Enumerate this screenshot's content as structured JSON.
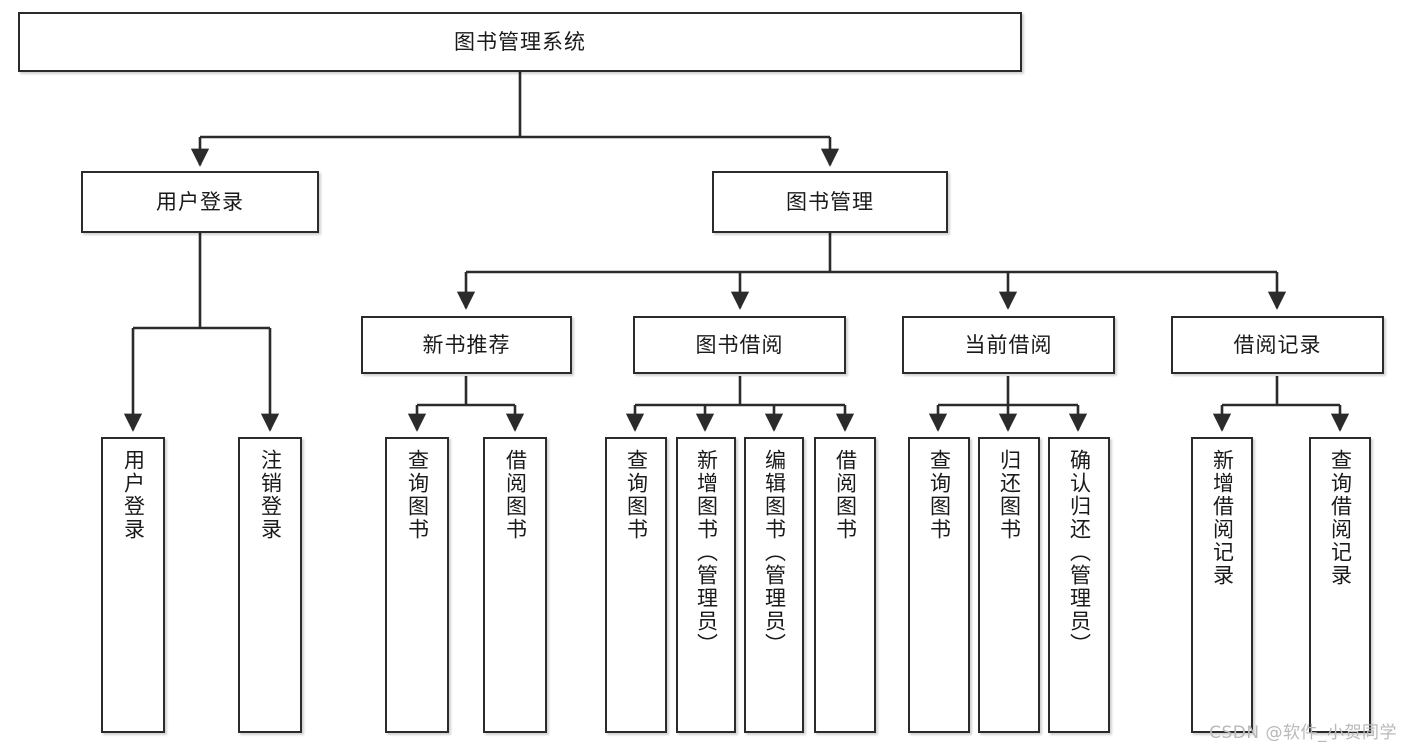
{
  "diagram": {
    "title": "图书管理系统",
    "type": "hierarchy-tree",
    "levels": 4,
    "root": {
      "id": "root",
      "label": "图书管理系统"
    },
    "level2": [
      {
        "id": "user-login",
        "label": "用户登录"
      },
      {
        "id": "book-manage",
        "label": "图书管理"
      }
    ],
    "level3": [
      {
        "id": "new-book-rec",
        "label": "新书推荐",
        "parent": "book-manage"
      },
      {
        "id": "book-borrow",
        "label": "图书借阅",
        "parent": "book-manage"
      },
      {
        "id": "current-borrow",
        "label": "当前借阅",
        "parent": "book-manage"
      },
      {
        "id": "borrow-record",
        "label": "借阅记录",
        "parent": "book-manage"
      }
    ],
    "leaves": [
      {
        "id": "leaf-user-login",
        "label": "用户登录",
        "parent": "user-login"
      },
      {
        "id": "leaf-user-logout",
        "label": "注销登录",
        "parent": "user-login"
      },
      {
        "id": "leaf-query-book-1",
        "label": "查询图书",
        "parent": "new-book-rec"
      },
      {
        "id": "leaf-borrow-book-1",
        "label": "借阅图书",
        "parent": "new-book-rec"
      },
      {
        "id": "leaf-query-book-2",
        "label": "查询图书",
        "parent": "book-borrow"
      },
      {
        "id": "leaf-add-book",
        "label": "新增图书（管理员）",
        "parent": "book-borrow"
      },
      {
        "id": "leaf-edit-book",
        "label": "编辑图书（管理员）",
        "parent": "book-borrow"
      },
      {
        "id": "leaf-borrow-book-2",
        "label": "借阅图书",
        "parent": "book-borrow"
      },
      {
        "id": "leaf-query-book-3",
        "label": "查询图书",
        "parent": "current-borrow"
      },
      {
        "id": "leaf-return-book",
        "label": "归还图书",
        "parent": "current-borrow"
      },
      {
        "id": "leaf-confirm-return",
        "label": "确认归还（管理员）",
        "parent": "current-borrow"
      },
      {
        "id": "leaf-add-record",
        "label": "新增借阅记录",
        "parent": "borrow-record"
      },
      {
        "id": "leaf-query-record",
        "label": "查询借阅记录",
        "parent": "borrow-record"
      }
    ]
  },
  "watermark": {
    "text": "CSDN @软件_小贺同学"
  },
  "colors": {
    "border": "#2b2b2b",
    "background": "#ffffff",
    "text": "#1a1a1a",
    "connector": "#2b2b2b",
    "watermark": "#b9b9b9"
  }
}
